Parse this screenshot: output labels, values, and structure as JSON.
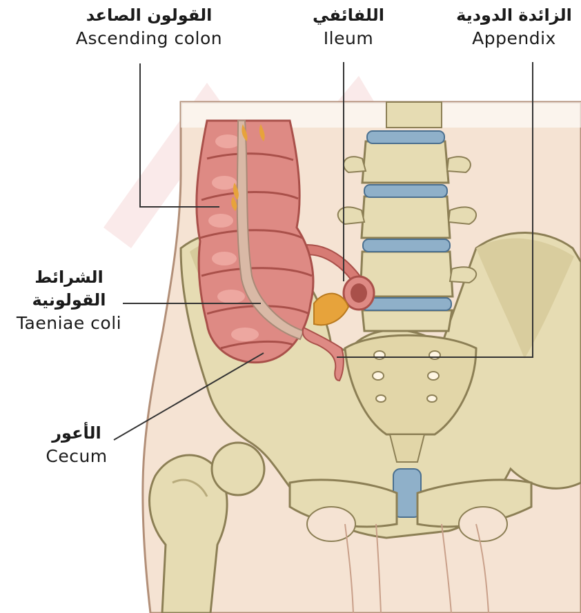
{
  "labels": {
    "ascending_colon": {
      "ar": "القولون الصاعد",
      "en": "Ascending colon"
    },
    "ileum": {
      "ar": "اللفائفي",
      "en": "Ileum"
    },
    "appendix": {
      "ar": "الزائدة الدودية",
      "en": "Appendix"
    },
    "taeniae_coli": {
      "ar_line1": "الشرائط",
      "ar_line2": "القولونية",
      "en": "Taeniae coli"
    },
    "cecum": {
      "ar": "الأعور",
      "en": "Cecum"
    }
  },
  "colors": {
    "background": "#ffffff",
    "skin": "#f5e3d3",
    "skin_outline": "#b28f78",
    "bone": "#e6dcb3",
    "bone_shadow": "#b8ab7c",
    "disc": "#8fb0c9",
    "colon": "#de8a84",
    "colon_dark": "#a9504a",
    "colon_light": "#f3b3ad",
    "taenia": "#d9b9a6",
    "fat": "#e7a33b",
    "leader_line": "#333333",
    "watermark": "#f6dede"
  }
}
